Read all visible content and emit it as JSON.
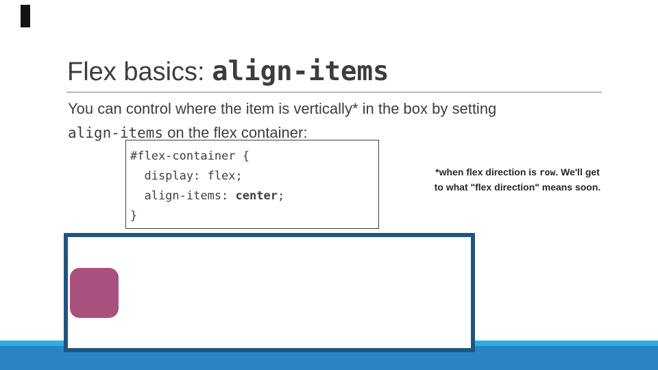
{
  "title": {
    "prefix": "Flex basics: ",
    "code": "align-items"
  },
  "intro": {
    "line1": "You can control where the item is vertically* in the box by setting",
    "line2_code": "align-items",
    "line2_rest": " on the flex container:"
  },
  "code_block": {
    "line1": "#flex-container {",
    "line2": "  display: flex;",
    "line3_pre": "  align-items: ",
    "line3_bold": "center",
    "line3_post": ";",
    "line4": "}"
  },
  "note": {
    "line1_pre": "*when flex direction is ",
    "line1_code": "row",
    "line1_post": ". We'll get",
    "line2": "to what \"flex direction\" means soon."
  },
  "colors": {
    "title_text": "#3d3d3d",
    "divider_line": "#7f7f7f",
    "code_box_border": "#3f3f3f",
    "demo_container_border": "#1f5580",
    "flex_item_fill": "#a8517f",
    "bottom_bar_light": "#29b0e3",
    "bottom_bar_dark": "#2a84c4",
    "top_accent_bar": "#121212"
  }
}
